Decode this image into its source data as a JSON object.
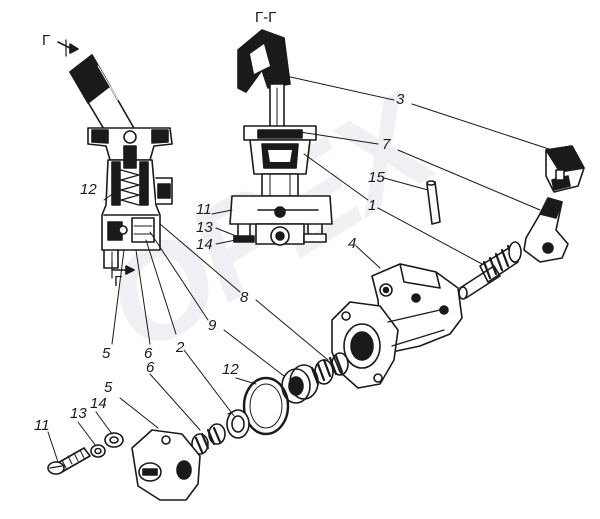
{
  "watermark": "OPEX",
  "section_marks": {
    "top": "Г",
    "bottom": "Г",
    "section_title": "Г-Г"
  },
  "callouts": {
    "n1": "1",
    "n2": "2",
    "n3": "3",
    "n4": "4",
    "n5a": "5",
    "n5b": "5",
    "n6a": "6",
    "n6b": "6",
    "n7": "7",
    "n8": "8",
    "n9": "9",
    "n11a": "11",
    "n11b": "11",
    "n12a": "12",
    "n12b": "12",
    "n13a": "13",
    "n13b": "13",
    "n14a": "14",
    "n14b": "14",
    "n15": "15"
  }
}
